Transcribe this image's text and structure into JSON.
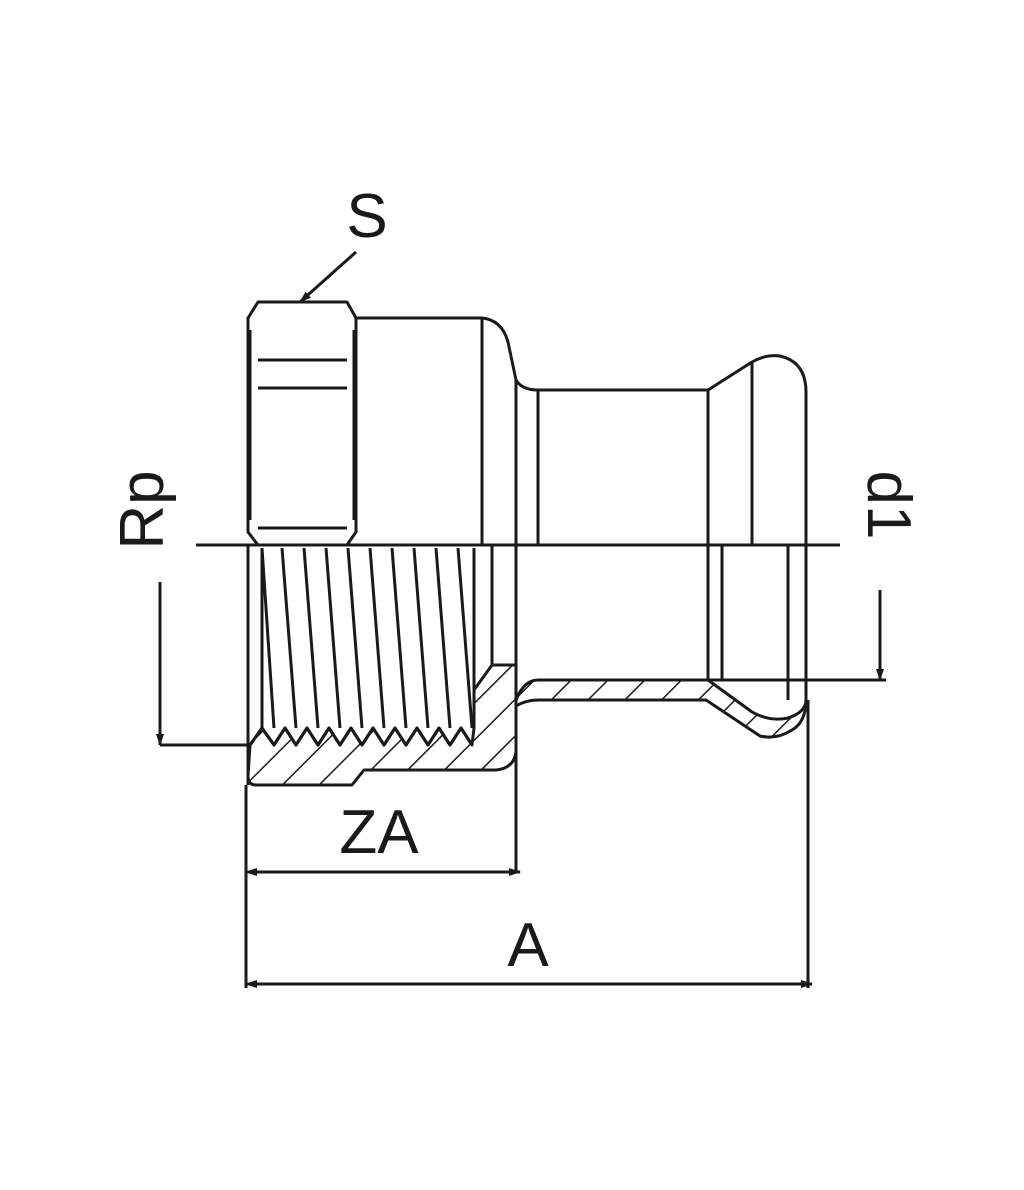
{
  "labels": {
    "hex_size": "S",
    "thread": "Rp",
    "pipe_diameter": "d1",
    "insertion_length": "ZA",
    "overall_length": "A"
  },
  "colors": {
    "line": "#1a1a1a",
    "background": "#ffffff"
  }
}
